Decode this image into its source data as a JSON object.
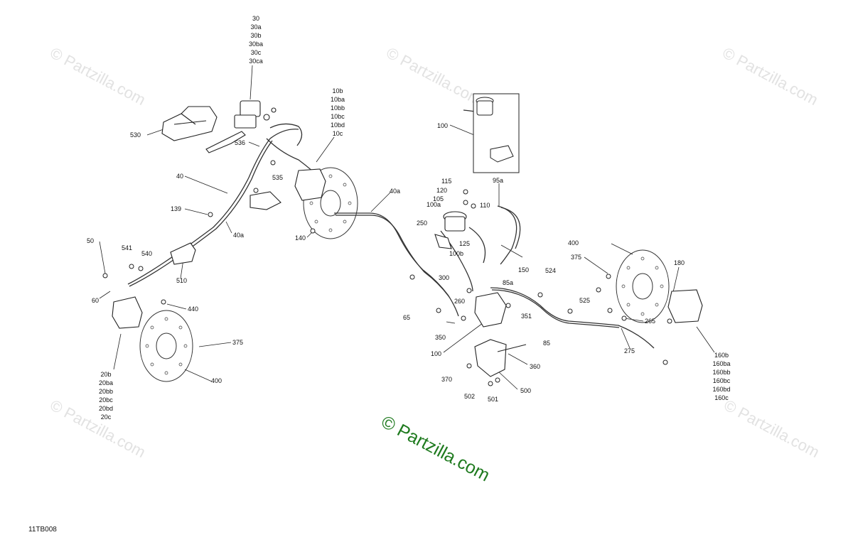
{
  "drawing_code": "11TB008",
  "watermark": "© Partzilla.com",
  "callouts": {
    "c530": "530",
    "c536": "536",
    "c535": "535",
    "c40": "40",
    "c139": "139",
    "c40a_left": "40a",
    "c140": "140",
    "c50": "50",
    "c541": "541",
    "c540": "540",
    "c510": "510",
    "c60": "60",
    "c440": "440",
    "c375_left": "375",
    "c400_left": "400",
    "c40a_mid": "40a",
    "c100_top": "100",
    "c95a": "95a",
    "c115": "115",
    "c120": "120",
    "c105": "105",
    "c100a": "100a",
    "c110": "110",
    "c250": "250",
    "c125": "125",
    "c100b": "100b",
    "c150": "150",
    "c300": "300",
    "c85a": "85a",
    "c524": "524",
    "c260": "260",
    "c65": "65",
    "c351": "351",
    "c350": "350",
    "c100_bot": "100",
    "c85": "85",
    "c525": "525",
    "c400_right": "400",
    "c375_right": "375",
    "c180": "180",
    "c265": "265",
    "c275": "275",
    "c360": "360",
    "c370": "370",
    "c500": "500",
    "c502": "502",
    "c501": "501"
  },
  "stacks": {
    "s30": [
      "30",
      "30a",
      "30b",
      "30ba",
      "30c",
      "30ca"
    ],
    "s10": [
      "10b",
      "10ba",
      "10bb",
      "10bc",
      "10bd",
      "10c"
    ],
    "s20": [
      "20b",
      "20ba",
      "20bb",
      "20bc",
      "20bd",
      "20c"
    ],
    "s160": [
      "160b",
      "160ba",
      "160bb",
      "160bc",
      "160bd",
      "160c"
    ]
  }
}
